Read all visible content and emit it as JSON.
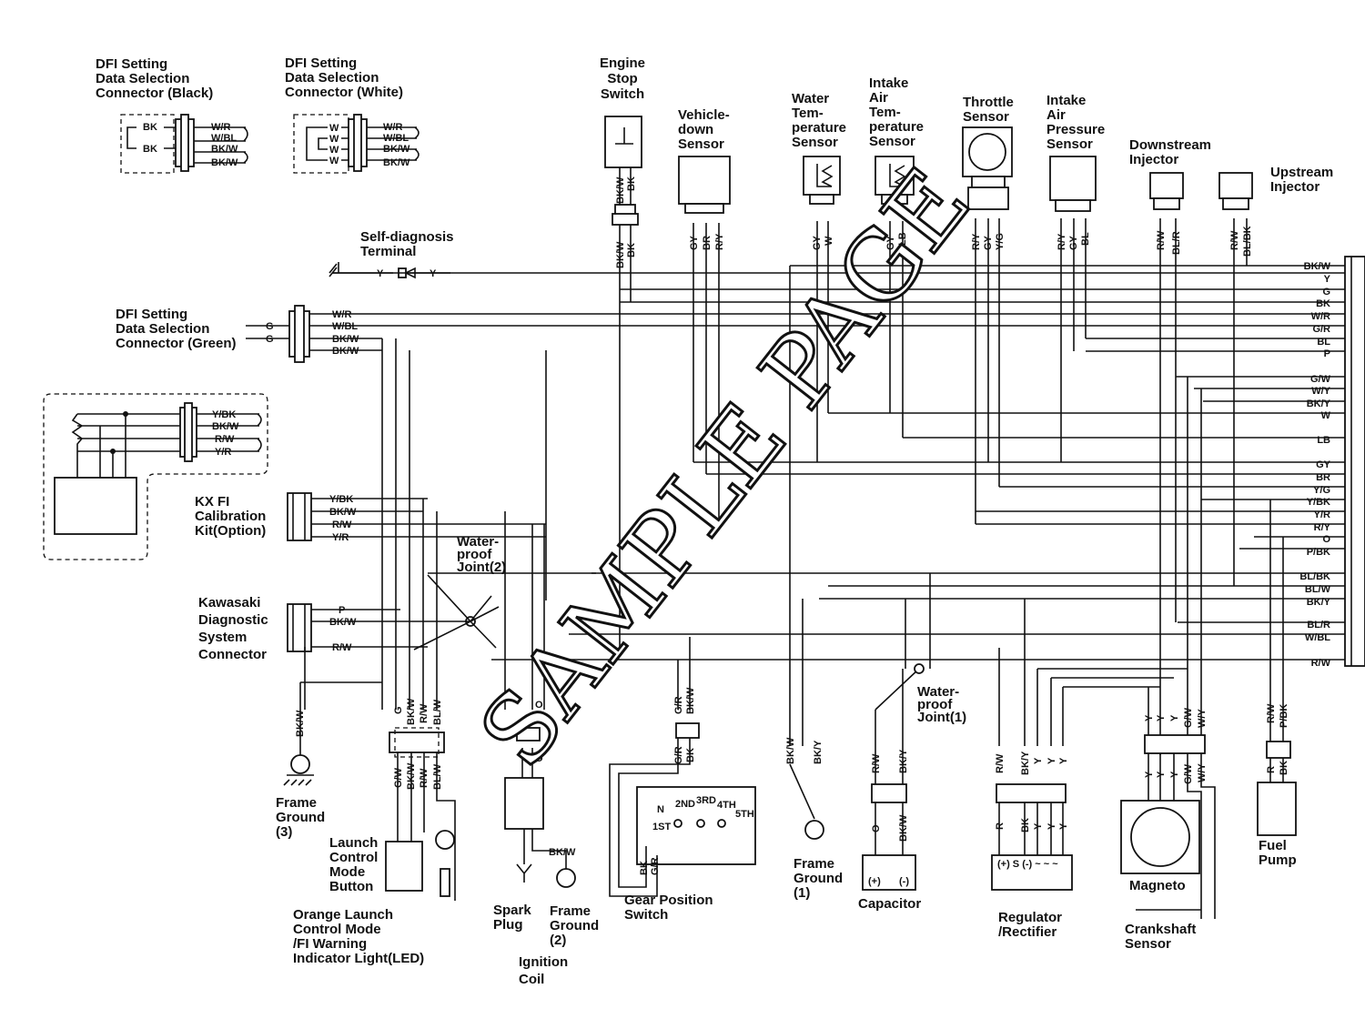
{
  "labels": {
    "dfi_black": [
      "DFI Setting",
      "Data Selection",
      "Connector (Black)"
    ],
    "dfi_white": [
      "DFI Setting",
      "Data Selection",
      "Connector (White)"
    ],
    "dfi_green": [
      "DFI Setting",
      "Data Selection",
      "Connector (Green)"
    ],
    "engine_stop": [
      "Engine",
      "Stop",
      "Switch"
    ],
    "vehicle_down": [
      "Vehicle-",
      "down",
      "Sensor"
    ],
    "water_temp": [
      "Water",
      "Tem-",
      "perature",
      "Sensor"
    ],
    "intake_air_temp": [
      "Intake",
      "Air",
      "Tem-",
      "perature",
      "Sensor"
    ],
    "throttle": [
      "Throttle",
      "Sensor"
    ],
    "intake_air_pressure": [
      "Intake",
      "Air",
      "Pressure",
      "Sensor"
    ],
    "downstream_injector": [
      "Downstream",
      "Injector"
    ],
    "upstream_injector": [
      "Upstream",
      "Injector"
    ],
    "self_diag": [
      "Self-diagnosis",
      "Terminal"
    ],
    "kx_fi": [
      "KX FI",
      "Calibration",
      "Kit(Option)"
    ],
    "kds": [
      "Kawasaki",
      "Diagnostic",
      "System",
      "Connector"
    ],
    "joint2": [
      "Water-",
      "proof",
      "Joint(2)"
    ],
    "joint1": [
      "Water-",
      "proof",
      "Joint(1)"
    ],
    "frame_ground_3": [
      "Frame",
      "Ground",
      "(3)"
    ],
    "launch_button": [
      "Launch",
      "Control",
      "Mode",
      "Button"
    ],
    "orange_led": [
      "Orange Launch",
      "Control Mode",
      "/FI Warning",
      "Indicator Light(LED)"
    ],
    "spark_plug": [
      "Spark",
      "Plug"
    ],
    "frame_ground_2": [
      "Frame",
      "Ground",
      "(2)"
    ],
    "ignition_coil": [
      "Ignition",
      "Coil"
    ],
    "gear_switch": [
      "Gear Position",
      "Switch"
    ],
    "frame_ground_1": [
      "Frame",
      "Ground",
      "(1)"
    ],
    "capacitor": [
      "Capacitor"
    ],
    "regulator": [
      "Regulator",
      "/Rectifier"
    ],
    "magneto": [
      "Magneto"
    ],
    "crank_sensor": [
      "Crankshaft",
      "Sensor"
    ],
    "fuel_pump": [
      "Fuel",
      "Pump"
    ],
    "watermark": "SAMPLE PAGE"
  },
  "gears": [
    "1ST",
    "N",
    "2ND",
    "3RD",
    "4TH",
    "5TH"
  ],
  "ecu_pins": [
    "BK/W",
    "Y",
    "G",
    "BK",
    "W/R",
    "G/R",
    "BL",
    "P",
    "G/W",
    "W/Y",
    "BK/Y",
    "W",
    "LB",
    "GY",
    "BR",
    "Y/G",
    "Y/BK",
    "Y/R",
    "R/Y",
    "O",
    "P/BK",
    "BL/BK",
    "BL/W",
    "BK/Y",
    "BL/R",
    "W/BL",
    "R/W"
  ],
  "wire_codes": {
    "dfi_black_left": [
      "BK",
      "BK"
    ],
    "dfi_black_right": [
      "W/R",
      "W/BL",
      "BK/W",
      "BK/W"
    ],
    "dfi_white_left": [
      "W",
      "W",
      "W",
      "W"
    ],
    "dfi_white_right": [
      "W/R",
      "W/BL",
      "BK/W",
      "BK/W"
    ],
    "dfi_green_left": [
      "G",
      "G"
    ],
    "dfi_green_right": [
      "W/R",
      "W/BL",
      "BK/W",
      "BK/W"
    ],
    "kit_box": [
      "Y/BK",
      "BK/W",
      "R/W",
      "Y/R"
    ],
    "kx_fi": [
      "Y/BK",
      "BK/W",
      "R/W",
      "Y/R"
    ],
    "kds": [
      "P",
      "BK/W",
      "R/W"
    ],
    "self_diag": [
      "Y",
      "Y"
    ],
    "engine_stop_top": [
      "BK/W",
      "BK"
    ],
    "engine_stop_bottom": [
      "BK/W",
      "BK"
    ],
    "vehicle_down": [
      "GY",
      "BR",
      "R/Y"
    ],
    "water_temp": [
      "GY",
      "W"
    ],
    "intake_air_temp": [
      "GY",
      "LB"
    ],
    "throttle": [
      "R/Y",
      "GY",
      "Y/G"
    ],
    "intake_air_pressure": [
      "R/Y",
      "GY",
      "BL"
    ],
    "downstream_injector": [
      "R/W",
      "BL/R"
    ],
    "upstream_injector": [
      "R/W",
      "BL/BK"
    ],
    "frame_ground_3": [
      "BK/W"
    ],
    "launch_top": [
      "G",
      "BK/W",
      "R/W",
      "BL/W"
    ],
    "launch_bottom": [
      "G/W",
      "BK/W",
      "R/W",
      "BL/W"
    ],
    "ignition": [
      "O",
      "O",
      "BK/W"
    ],
    "gear_top": [
      "G/R",
      "BK/W"
    ],
    "gear_bottom": [
      "G/R",
      "BK"
    ],
    "gear_switch": [
      "BK",
      "G/R"
    ],
    "frame_ground_1": [
      "BK/W",
      "BK/Y"
    ],
    "capacitor_top": [
      "R/W",
      "BK/Y"
    ],
    "capacitor_bottom": [
      "O",
      "BK/W"
    ],
    "capacitor_pins": [
      "(+)",
      "(-)"
    ],
    "regulator_top": [
      "R/W",
      "BK/Y",
      "Y",
      "Y",
      "Y"
    ],
    "regulator_bottom": [
      "R",
      "BK",
      "Y",
      "Y",
      "Y"
    ],
    "regulator_pins": "(+) S (-)  ~  ~  ~",
    "magneto_top": [
      "Y",
      "Y",
      "Y",
      "G/W",
      "W/Y"
    ],
    "magneto_bottom": [
      "Y",
      "Y",
      "Y",
      "G/W",
      "W/Y"
    ],
    "fuel_pump_top": [
      "R/W",
      "P/BK"
    ],
    "fuel_pump_bottom": [
      "R",
      "BK"
    ]
  }
}
